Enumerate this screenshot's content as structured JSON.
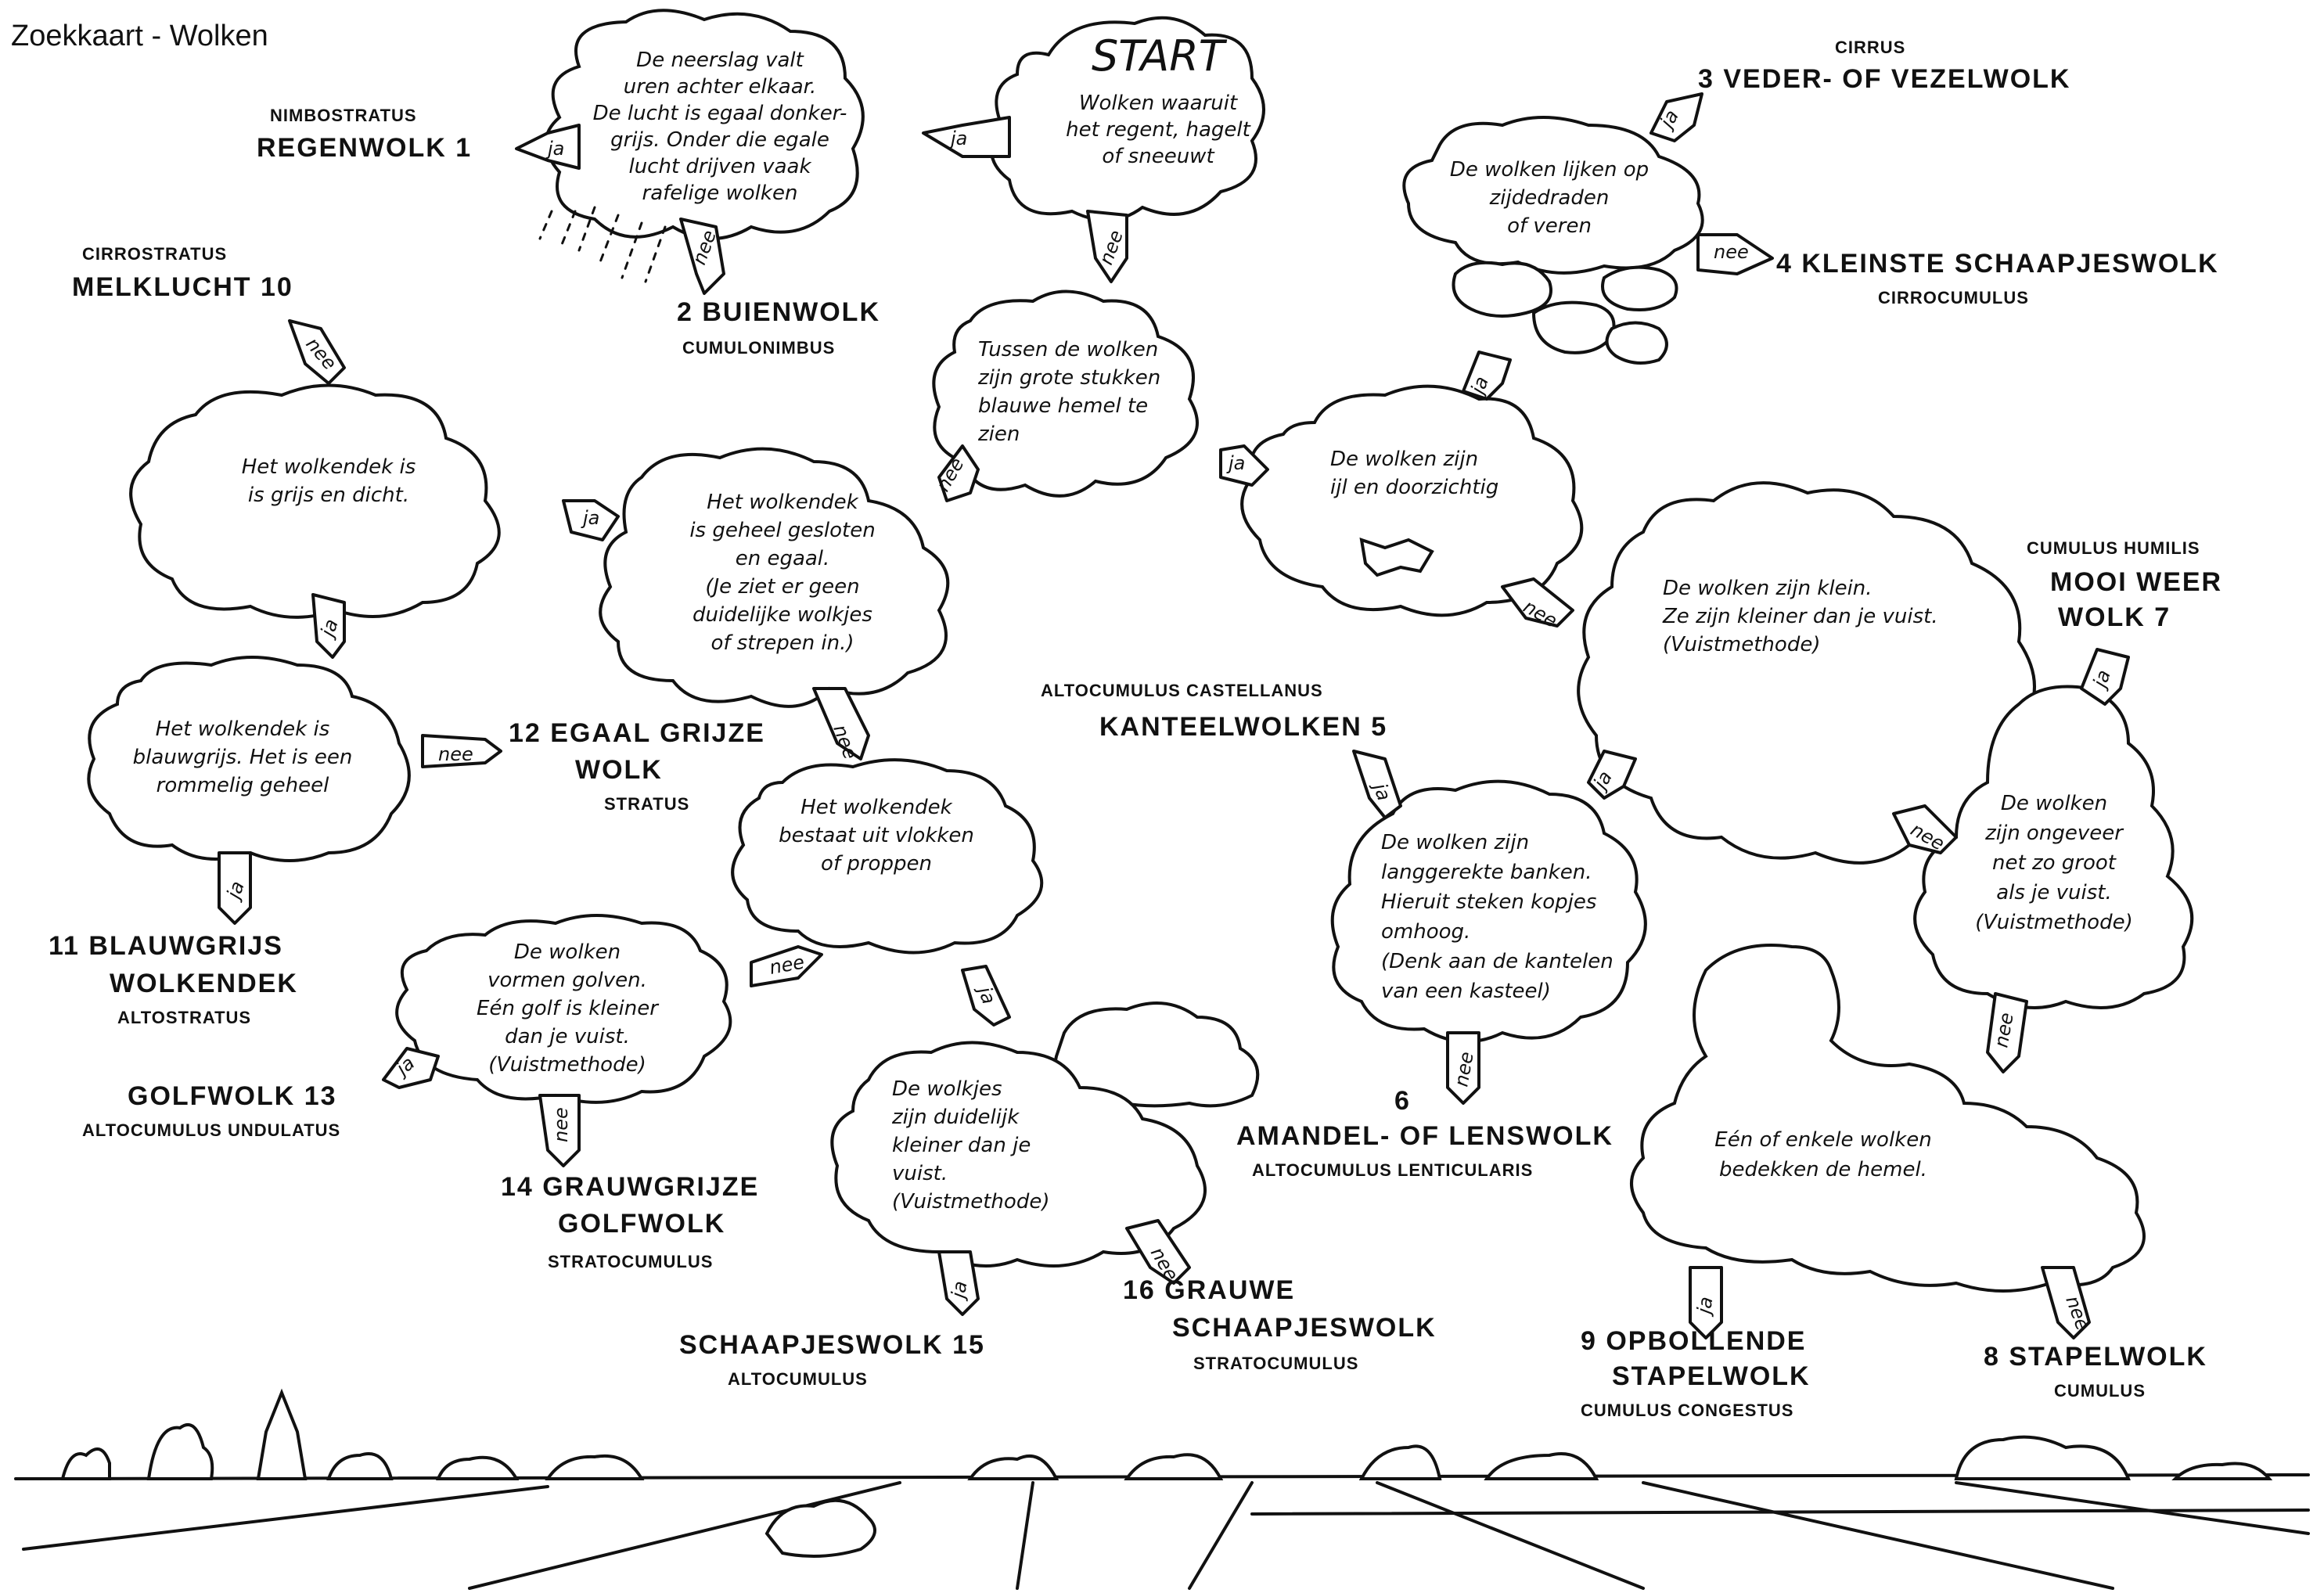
{
  "title": "Zoekkaart - Wolken",
  "start_label": "START",
  "questions": {
    "q_start": [
      "Wolken waaruit",
      "het regent, hagelt",
      "of sneeuwt"
    ],
    "q_rain": [
      "De neerslag valt",
      "uren achter elkaar.",
      "De lucht is egaal donker-",
      "grijs. Onder die egale",
      "lucht drijven vaak",
      "rafelige wolken"
    ],
    "q_gaps": [
      "Tussen de wolken",
      "zijn grote stukken",
      "blauwe hemel te",
      "zien"
    ],
    "q_closed": [
      "Het wolkendek",
      "is geheel gesloten",
      "en egaal.",
      "(Je ziet er geen",
      "duidelijke wolkjes",
      "of strepen in.)"
    ],
    "q_grey": [
      "Het wolkendek is",
      "is grijs en dicht."
    ],
    "q_bluegrey": [
      "Het wolkendek is",
      "blauwgrijs. Het is een",
      "rommelig geheel"
    ],
    "q_flakes": [
      "Het wolkendek",
      "bestaat uit vlokken",
      "of proppen"
    ],
    "q_waves": [
      "De wolken",
      "vormen golven.",
      "Eén golf is kleiner",
      "dan je vuist.",
      "(Vuistmethode)"
    ],
    "q_small_fist": [
      "De wolkjes",
      "zijn duidelijk",
      "kleiner dan je",
      "vuist.",
      "(Vuistmethode)"
    ],
    "q_thin": [
      "De wolken zijn",
      "ijl en doorzichtig"
    ],
    "q_silk": [
      "De wolken lijken op",
      "zijdedraden",
      "of veren"
    ],
    "q_small": [
      "De wolken zijn klein.",
      "Ze zijn kleiner dan je vuist.",
      "(Vuistmethode)"
    ],
    "q_banks": [
      "De wolken zijn",
      "langgerekte banken.",
      "Hieruit steken kopjes",
      "omhoog.",
      "(Denk aan de kantelen",
      "van een kasteel)"
    ],
    "q_fistsize": [
      "De wolken",
      "zijn ongeveer",
      "net zo groot",
      "als je vuist.",
      "(Vuistmethode)"
    ],
    "q_few": [
      "Eén of enkele wolken",
      "bedekken de hemel."
    ]
  },
  "arrows": {
    "yes": "ja",
    "no": "nee"
  },
  "results": {
    "r1": {
      "latin": "NIMBOSTRATUS",
      "name": "REGENWOLK  1"
    },
    "r2": {
      "name": "2  BUIENWOLK",
      "latin": "CUMULONIMBUS"
    },
    "r3": {
      "latin": "CIRRUS",
      "name": "3  VEDER- OF VEZELWOLK"
    },
    "r4": {
      "name": "4  KLEINSTE SCHAAPJESWOLK",
      "latin": "CIRROCUMULUS"
    },
    "r5": {
      "latin": "ALTOCUMULUS CASTELLANUS",
      "name": "KANTEELWOLKEN  5"
    },
    "r6": {
      "num": "6",
      "name": "AMANDEL- OF LENSWOLK",
      "latin": "ALTOCUMULUS LENTICULARIS"
    },
    "r7": {
      "latin": "CUMULUS HUMILIS",
      "name1": "MOOI  WEER",
      "name2": "WOLK  7"
    },
    "r8": {
      "name": "8   STAPELWOLK",
      "latin": "CUMULUS"
    },
    "r9": {
      "name1": "9  OPBOLLENDE",
      "name2": "STAPELWOLK",
      "latin": "CUMULUS CONGESTUS"
    },
    "r10": {
      "latin": "CIRROSTRATUS",
      "name": "MELKLUCHT  10"
    },
    "r11": {
      "name1": "11  BLAUWGRIJS",
      "name2": "WOLKENDEK",
      "latin": "ALTOSTRATUS"
    },
    "r12": {
      "name1": "12  EGAAL  GRIJZE",
      "name2": "WOLK",
      "latin": "STRATUS"
    },
    "r13": {
      "name": "GOLFWOLK  13",
      "latin": "ALTOCUMULUS UNDULATUS"
    },
    "r14": {
      "name1": "14  GRAUWGRIJZE",
      "name2": "GOLFWOLK",
      "latin": "STRATOCUMULUS"
    },
    "r15": {
      "name": "SCHAAPJESWOLK  15",
      "latin": "ALTOCUMULUS"
    },
    "r16": {
      "name1": "16  GRAUWE",
      "name2": "SCHAAPJESWOLK",
      "latin": "STRATOCUMULUS"
    }
  }
}
